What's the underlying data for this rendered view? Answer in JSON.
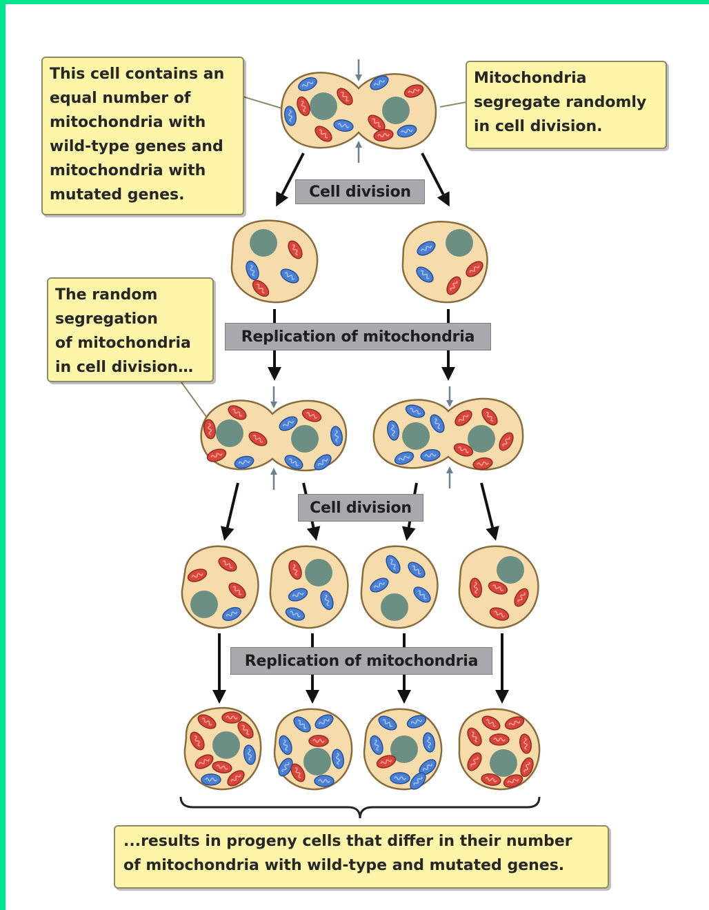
{
  "colors": {
    "frame": "#00e590",
    "callout_fill": "#fdf6a8",
    "cell_fill": "#f6dcaa",
    "cell_stroke": "#8a6b3c",
    "nucleus": "#6c8f83",
    "wild_type_mitochondria": "#4a7fd4",
    "mutated_mitochondria": "#d9453a",
    "step_label_fill": "#a9a9ac"
  },
  "callouts": {
    "top_left": "This cell contains an\nequal number of\nmitochondria with\nwild-type genes and\nmitochondria with\nmutated genes.",
    "top_right": "Mitochondria\nsegregate randomly\nin cell division.",
    "middle_left": "The random\nsegregation\nof mitochondria\nin cell division…",
    "bottom": "...results in progeny cells that differ in their number\nof mitochondria with wild-type and mutated genes."
  },
  "steps": {
    "cell_division_1": "Cell division",
    "replication_1": "Replication of mitochondria",
    "cell_division_2": "Cell division",
    "replication_2": "Replication of mitochondria"
  }
}
